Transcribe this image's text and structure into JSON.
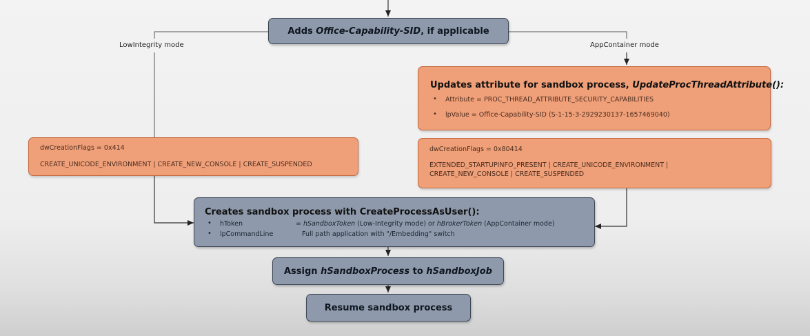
{
  "nodes": {
    "add_sid": {
      "prefix": "Adds ",
      "italic": "Office-Capability-SID",
      "suffix": ", if applicable"
    },
    "low_mode_label": "LowIntegrity mode",
    "app_mode_label": "AppContainer mode",
    "update_attr": {
      "title_prefix": "Updates attribute for sandbox process, ",
      "title_italic": "UpdateProcThreadAttribute():",
      "bullet1": "Attribute = PROC_THREAD_ATTRIBUTE_SECURITY_CAPABILITIES",
      "bullet2": "lpValue = Office-Capability-SID (S-1-15-3-2929230137-1657469040)"
    },
    "flags_left": {
      "line1": "dwCreationFlags = 0x414",
      "line2": "CREATE_UNICODE_ENVIRONMENT | CREATE_NEW_CONSOLE | CREATE_SUSPENDED"
    },
    "flags_right": {
      "line1": "dwCreationFlags = 0x80414",
      "line2": "EXTENDED_STARTUPINFO_PRESENT | CREATE_UNICODE_ENVIRONMENT |",
      "line3": "CREATE_NEW_CONSOLE | CREATE_SUSPENDED"
    },
    "create_process": {
      "title": "Creates sandbox process with CreateProcessAsUser():",
      "b1_key": "hToken",
      "b1_eq": "= ",
      "b1_val1": "hSandboxToken",
      "b1_mid": " (Low-Integrity mode) or ",
      "b1_val2": "hBrokerToken",
      "b1_tail": " (AppContainer mode)",
      "b2_key": "lpCommandLine",
      "b2_val": "Full path application with \"/Embedding\" switch"
    },
    "assign": {
      "prefix": "Assign ",
      "italic1": "hSandboxProcess",
      "mid": " to ",
      "italic2": "hSandboxJob"
    },
    "resume": "Resume sandbox process"
  },
  "colors": {
    "gray_box": "#8e9aab",
    "gray_border": "#3d4756",
    "orange_box": "#f0a079",
    "orange_border": "#c46a40",
    "connector": "#333333"
  }
}
